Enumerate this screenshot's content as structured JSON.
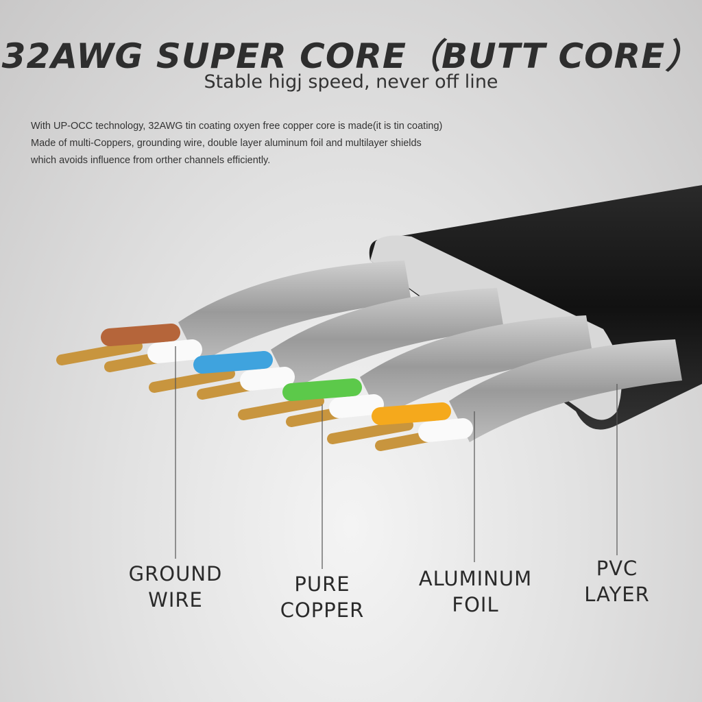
{
  "header": {
    "title": "32AWG SUPER CORE（BUTT CORE）",
    "subtitle": "Stable higj speed, never off line"
  },
  "description": [
    "With UP-OCC technology, 32AWG tin coating oxyen free copper core is made(it is tin coating)",
    "Made of multi-Coppers, grounding wire, double layer aluminum foil and multilayer shields",
    "which avoids influence from orther channels efficiently."
  ],
  "labels": [
    {
      "line1": "GROUND",
      "line2": "WIRE"
    },
    {
      "line1": "PURE",
      "line2": "COPPER"
    },
    {
      "line1": "ALUMINUM",
      "line2": "FOIL"
    },
    {
      "line1": "PVC",
      "line2": "LAYER"
    }
  ],
  "colors": {
    "jacket": "#1c1c1c",
    "foil": "#a9a9a9",
    "copper": "#c8953e",
    "pair_colors": [
      "#b5653a",
      "#3fa3de",
      "#5cc94a",
      "#f5a91c"
    ]
  }
}
